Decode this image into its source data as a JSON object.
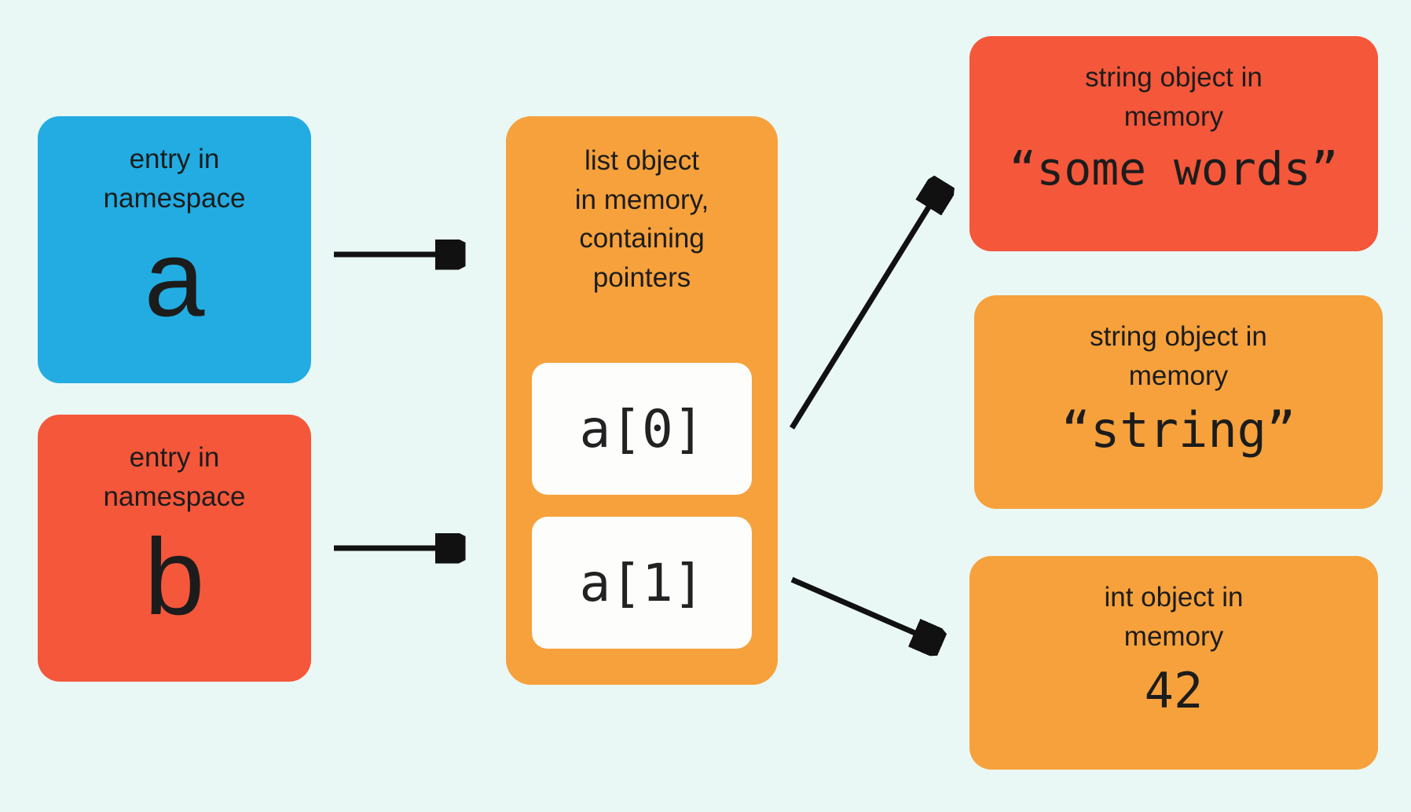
{
  "colors": {
    "background": "#e9f7f5",
    "blue": "#22ace2",
    "red": "#f4573a",
    "orange": "#f6a13c",
    "cell_white": "#fdfefc",
    "text": "#1c1c1c",
    "arrow": "#111111"
  },
  "namespace_entries": [
    {
      "label": "entry in\nnamespace",
      "name": "a"
    },
    {
      "label": "entry in\nnamespace",
      "name": "b"
    }
  ],
  "list_object": {
    "label": "list object\nin memory,\ncontaining\npointers",
    "items": [
      "a[0]",
      "a[1]"
    ]
  },
  "memory_objects": [
    {
      "label": "string object in\nmemory",
      "value": "“some words”"
    },
    {
      "label": "string object in\nmemory",
      "value": "“string”"
    },
    {
      "label": "int object in\nmemory",
      "value": "42"
    }
  ]
}
